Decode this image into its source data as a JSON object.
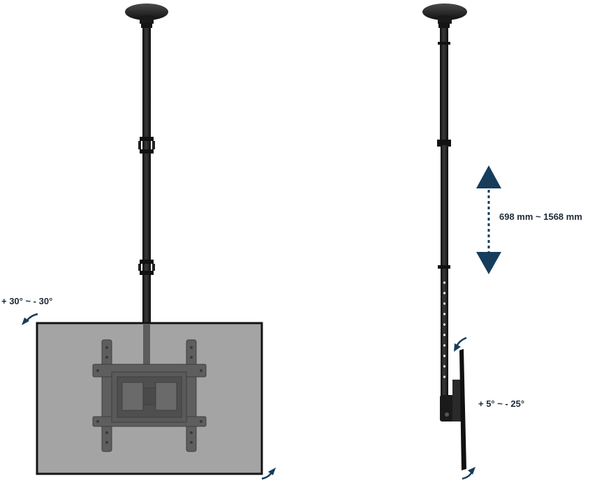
{
  "front_view": {
    "swivel_label": "+ 30° ~ - 30°"
  },
  "side_view": {
    "height_range_label": "698 mm ~ 1568 mm",
    "tilt_label": "+ 5° ~ - 25°"
  },
  "colors": {
    "arrow": "#163d5c",
    "metal": "#1c1c1c",
    "screen_fill": "#a4a4a4",
    "screen_border": "#141414"
  },
  "icons": [
    "height-up-arrow-icon",
    "height-down-arrow-icon",
    "swivel-arrow-icon",
    "tilt-arrow-icon"
  ]
}
